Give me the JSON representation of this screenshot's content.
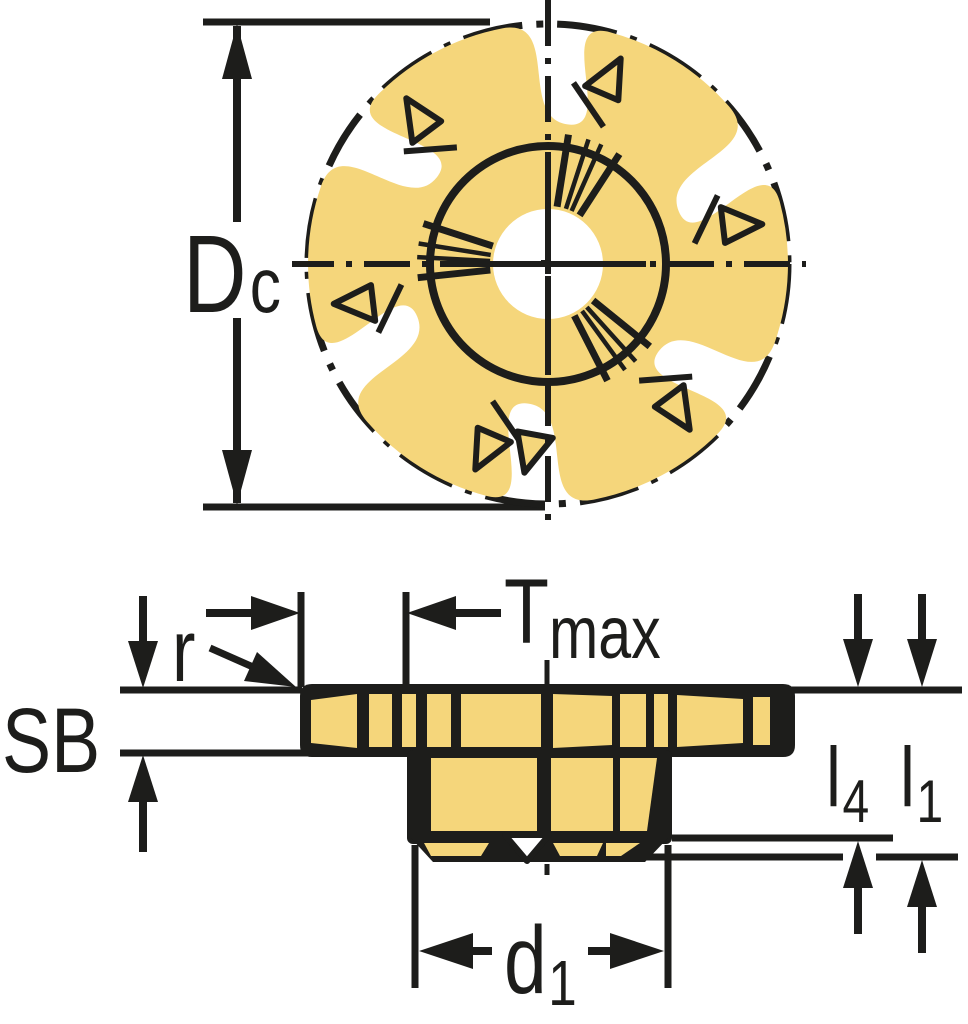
{
  "colors": {
    "ink": "#1d1d1b",
    "gold": "#f5d67b",
    "bg": "#ffffff"
  },
  "labels": {
    "dc": {
      "main": "D",
      "sub": "c"
    },
    "r": "r",
    "sb": "SB",
    "tmax": {
      "main": "T",
      "sub": "max"
    },
    "l4": {
      "main": "l",
      "sub": "4"
    },
    "l1": {
      "main": "l",
      "sub": "1"
    },
    "d1": {
      "main": "d",
      "sub": "1"
    }
  }
}
